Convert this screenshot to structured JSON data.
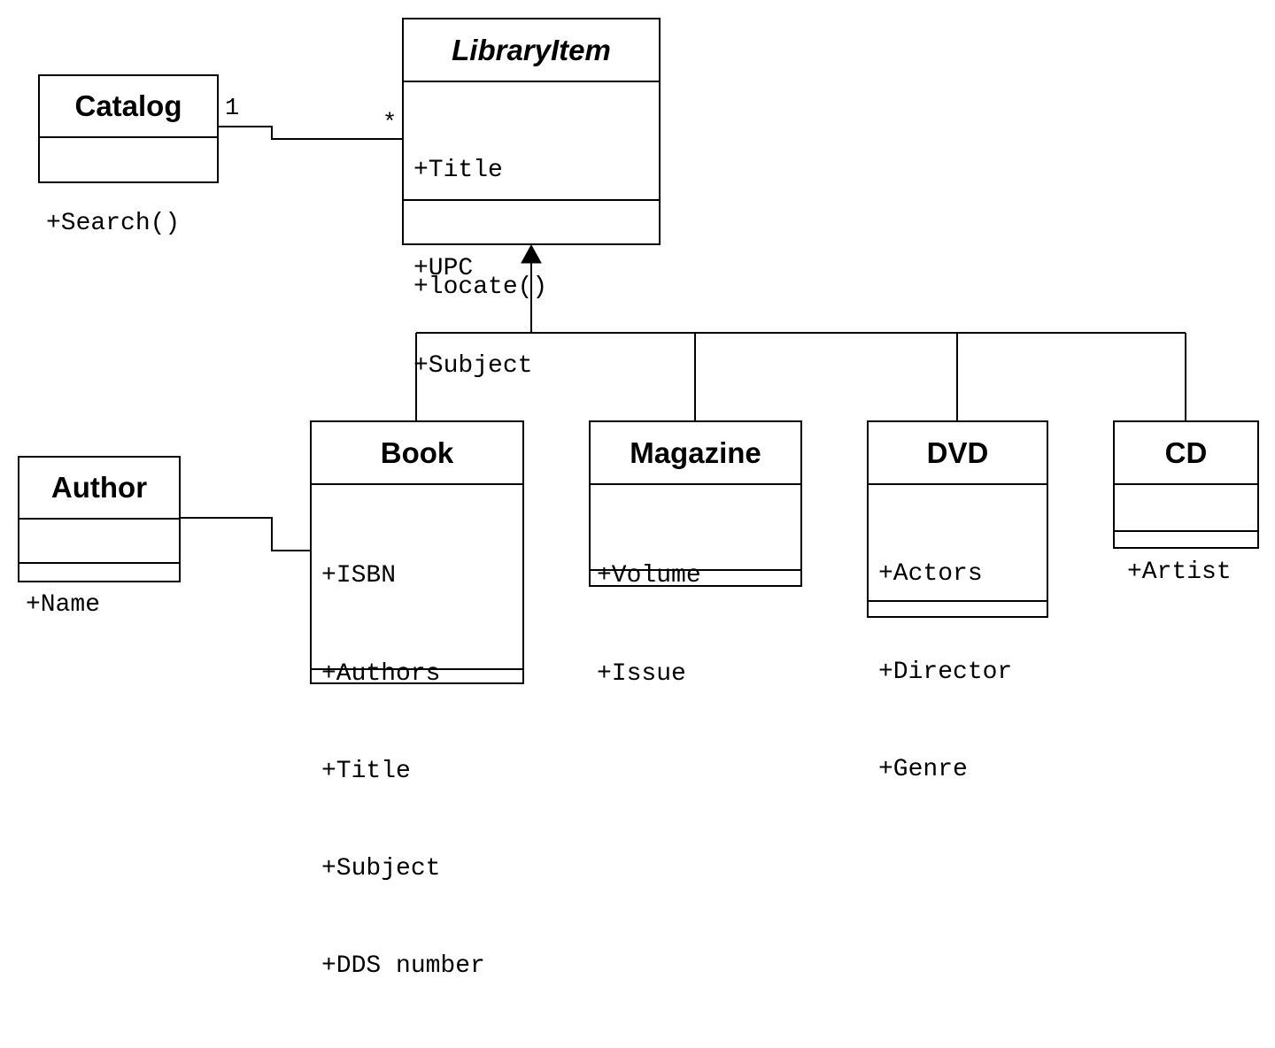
{
  "classes": {
    "library_item": {
      "name": "LibraryItem",
      "attributes": [
        "+Title",
        "+UPC",
        "+Subject"
      ],
      "operations": [
        "+locate()"
      ]
    },
    "catalog": {
      "name": "Catalog",
      "operations": [
        "+Search()"
      ]
    },
    "author": {
      "name": "Author",
      "attributes": [
        "+Name"
      ],
      "operations": []
    },
    "book": {
      "name": "Book",
      "attributes": [
        "+ISBN",
        "+Authors",
        "+Title",
        "+Subject",
        "+DDS number"
      ],
      "operations": []
    },
    "magazine": {
      "name": "Magazine",
      "attributes": [
        "+Volume",
        "+Issue"
      ],
      "operations": []
    },
    "dvd": {
      "name": "DVD",
      "attributes": [
        "+Actors",
        "+Director",
        "+Genre"
      ],
      "operations": []
    },
    "cd": {
      "name": "CD",
      "attributes": [
        "+Artist"
      ],
      "operations": []
    }
  },
  "associations": {
    "catalog_library_item": {
      "catalog_end": "1",
      "library_item_end": "*"
    }
  }
}
